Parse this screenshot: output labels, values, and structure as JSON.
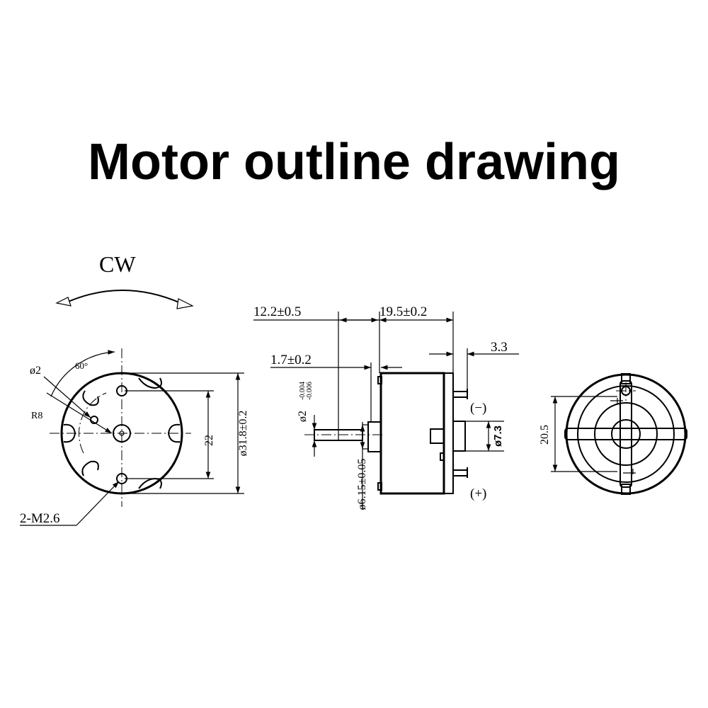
{
  "title": "Motor outline drawing",
  "labels": {
    "cw": "CW",
    "phi2": "ø2",
    "angle": "60°",
    "r8": "R8",
    "dim22": "22",
    "dia318": "ø31.8±0.2",
    "m26": "2-M2.6",
    "d122": "12.2±0.5",
    "d195": "19.5±0.2",
    "d17": "1.7±0.2",
    "d33": "3.3",
    "shaft": "ø2",
    "shaft_upper": "-0.004",
    "shaft_lower": "-0.006",
    "d615": "ø6.15±0.05",
    "d73": "ø7.3",
    "minus": "(−)",
    "plus": "(+)",
    "d205": "20.5"
  }
}
